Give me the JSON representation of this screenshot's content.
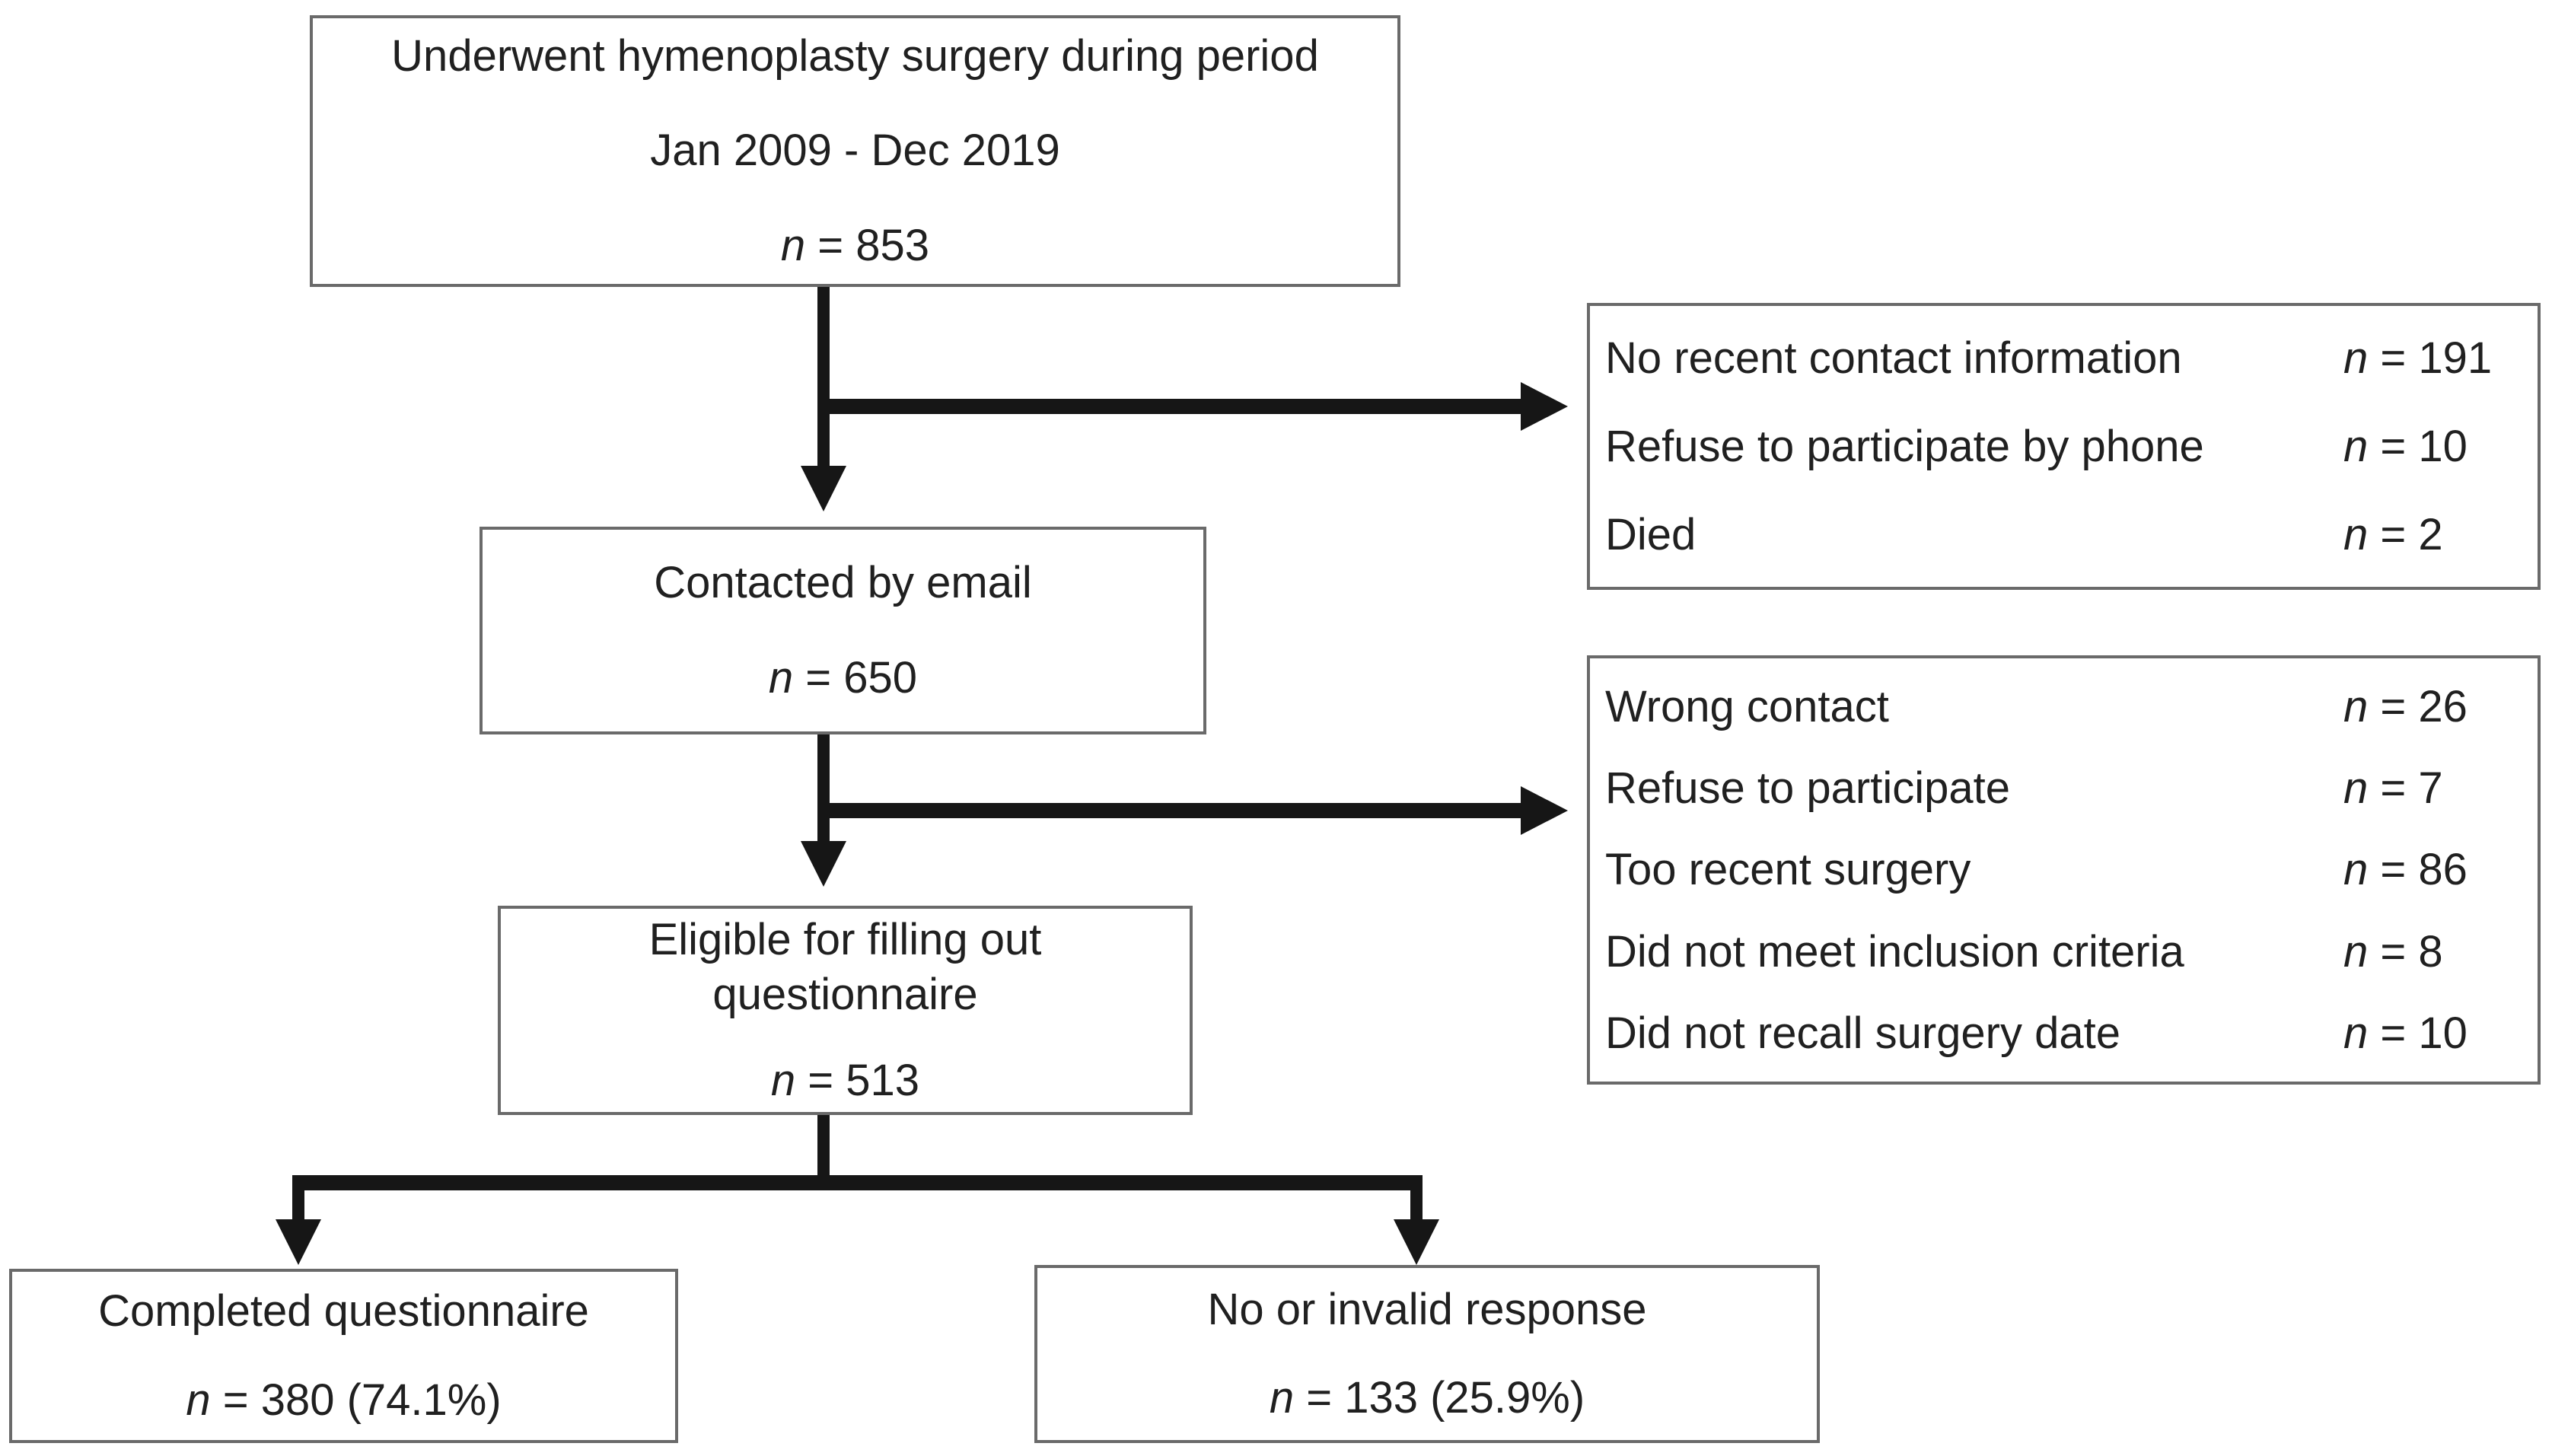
{
  "diagram": {
    "type": "patient-flow-diagram",
    "colors": {
      "background": "#ffffff",
      "box_border": "#6a6a6a",
      "arrow": "#161616",
      "text": "#202020"
    },
    "boxes": {
      "surgery": {
        "line1": "Underwent hymenoplasty surgery during period",
        "line2": "Jan 2009 - Dec 2019",
        "n_prefix": "n",
        "n_rest": " = 853"
      },
      "excl_phone": {
        "rows": [
          {
            "label": "No recent contact information",
            "n_prefix": "n",
            "n_rest": " = 191"
          },
          {
            "label": "Refuse to participate by phone",
            "n_prefix": "n",
            "n_rest": " = 10"
          },
          {
            "label": "Died",
            "n_prefix": "n",
            "n_rest": " = 2"
          }
        ]
      },
      "contacted": {
        "line1": "Contacted by email",
        "n_prefix": "n",
        "n_rest": " = 650"
      },
      "excl_email": {
        "rows": [
          {
            "label": "Wrong contact",
            "n_prefix": "n",
            "n_rest": " = 26"
          },
          {
            "label": "Refuse to participate",
            "n_prefix": "n",
            "n_rest": " = 7"
          },
          {
            "label": "Too recent surgery",
            "n_prefix": "n",
            "n_rest": " = 86"
          },
          {
            "label": "Did not meet inclusion criteria",
            "n_prefix": "n",
            "n_rest": " = 8"
          },
          {
            "label": "Did not recall surgery date",
            "n_prefix": "n",
            "n_rest": " = 10"
          }
        ]
      },
      "eligible": {
        "line1": "Eligible for filling out",
        "line2": "questionnaire",
        "n_prefix": "n",
        "n_rest": " = 513"
      },
      "completed": {
        "line1": "Completed questionnaire",
        "n_prefix": "n",
        "n_rest": " = 380 (74.1%)"
      },
      "no_response": {
        "line1": "No or invalid response",
        "n_prefix": "n",
        "n_rest": " = 133 (25.9%)"
      }
    }
  }
}
